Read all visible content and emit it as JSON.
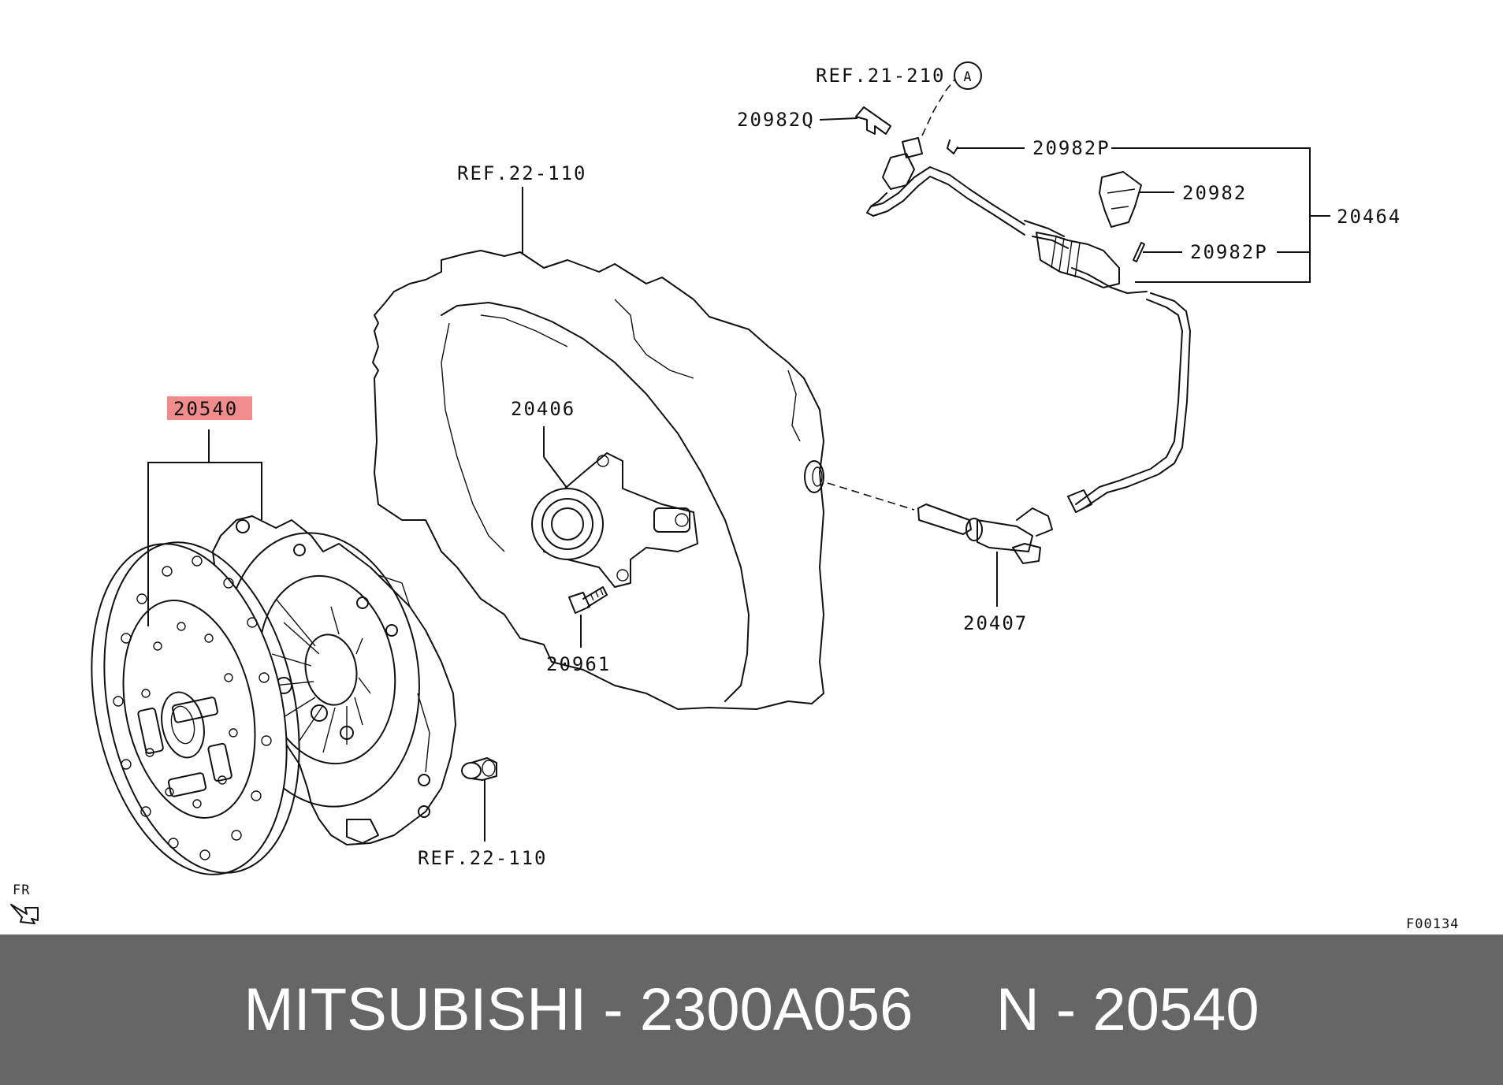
{
  "labels": {
    "ref_21_210": "REF.21-210",
    "callout_a": "A",
    "p20982q": "20982Q",
    "p20982p_top": "20982P",
    "p20982": "20982",
    "p20464": "20464",
    "p20982p_bottom": "20982P",
    "ref_22_110_top": "REF.22-110",
    "p20540": "20540",
    "p20406": "20406",
    "p20407": "20407",
    "p20961": "20961",
    "ref_22_110_bottom": "REF.22-110",
    "fr": "FR",
    "figure_code": "F00134"
  },
  "colors": {
    "highlight": "#f08c8c",
    "footer_bg": "#666666",
    "footer_text": "#ffffff"
  },
  "footer": {
    "text": "MITSUBISHI - 2300A056     N - 20540"
  }
}
